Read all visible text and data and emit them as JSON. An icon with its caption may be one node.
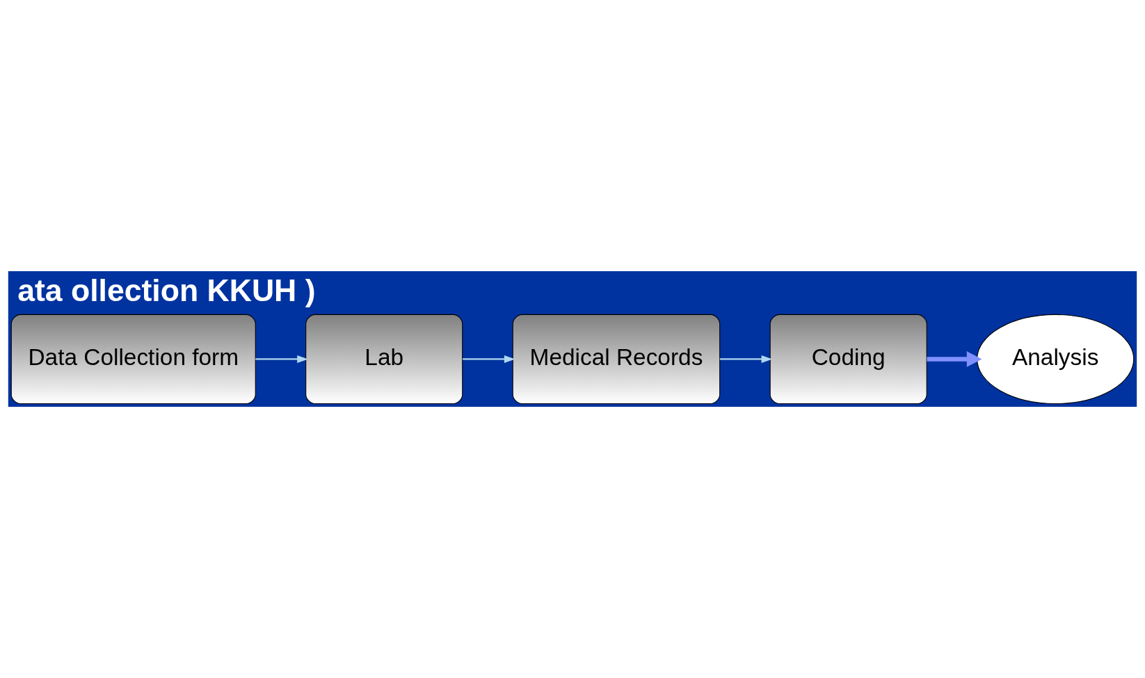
{
  "diagram": {
    "title": "ata ollection KKUH )",
    "nodes": [
      {
        "text": [
          "Data Collection form"
        ]
      },
      {
        "text": [
          "Lab"
        ]
      },
      {
        "text": [
          "Medical Records"
        ]
      },
      {
        "text": [
          "Coding"
        ]
      },
      {
        "text": [
          "Analysis"
        ]
      }
    ],
    "edges": [
      {
        "from": 0,
        "to": 1,
        "arrow": "to"
      },
      {
        "from": 1,
        "to": 2,
        "arrow": "to"
      },
      {
        "from": 2,
        "to": 3,
        "arrow": "to"
      },
      {
        "from": 3,
        "to": 4,
        "arrow": "to",
        "style": "thick",
        "color": "#8090ff"
      }
    ]
  }
}
